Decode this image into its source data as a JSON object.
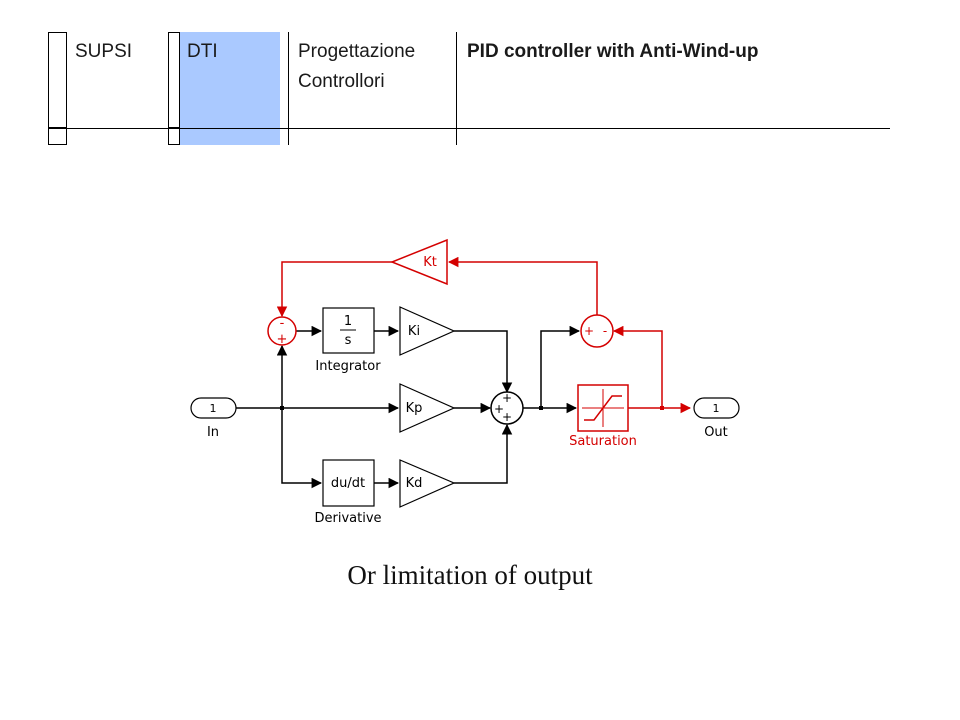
{
  "header": {
    "org": "SUPSI",
    "dept": "DTI",
    "course_line1": "Progettazione",
    "course_line2": "Controllori",
    "title": "PID controller with Anti-Wind-up",
    "dept_color": "#aac9ff"
  },
  "diagram": {
    "in_port_num": "1",
    "in_label": "In",
    "out_port_num": "1",
    "out_label": "Out",
    "integrator_num": "1",
    "integrator_den": "s",
    "integrator_label": "Integrator",
    "derivative_block": "du/dt",
    "derivative_label": "Derivative",
    "gain_ki": "Ki",
    "gain_kp": "Kp",
    "gain_kd": "Kd",
    "gain_kt": "Kt",
    "saturation_label": "Saturation",
    "sum1_signs": [
      "-",
      "+"
    ],
    "sum2_signs": [
      "+",
      "+",
      "+"
    ],
    "sum3_signs": [
      "+",
      "-"
    ],
    "antiwindup_color": "#d40000"
  },
  "caption": "Or limitation of output"
}
